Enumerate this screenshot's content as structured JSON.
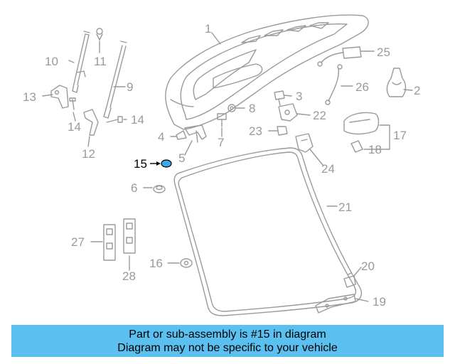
{
  "diagram": {
    "labels": [
      "1",
      "2",
      "3",
      "4",
      "5",
      "6",
      "7",
      "8",
      "9",
      "10",
      "11",
      "12",
      "13",
      "14",
      "14",
      "15",
      "16",
      "17",
      "18",
      "19",
      "20",
      "21",
      "22",
      "23",
      "24",
      "25",
      "26",
      "27",
      "28"
    ],
    "highlight_part": "15",
    "line_color": "#9a9a9a",
    "highlight_color": "#3fa9e8"
  },
  "banner": {
    "line1": "Part or sub-assembly is #15 in diagram",
    "line2": "Diagram may not be specific to your vehicle",
    "background": "#5bc0f0"
  }
}
